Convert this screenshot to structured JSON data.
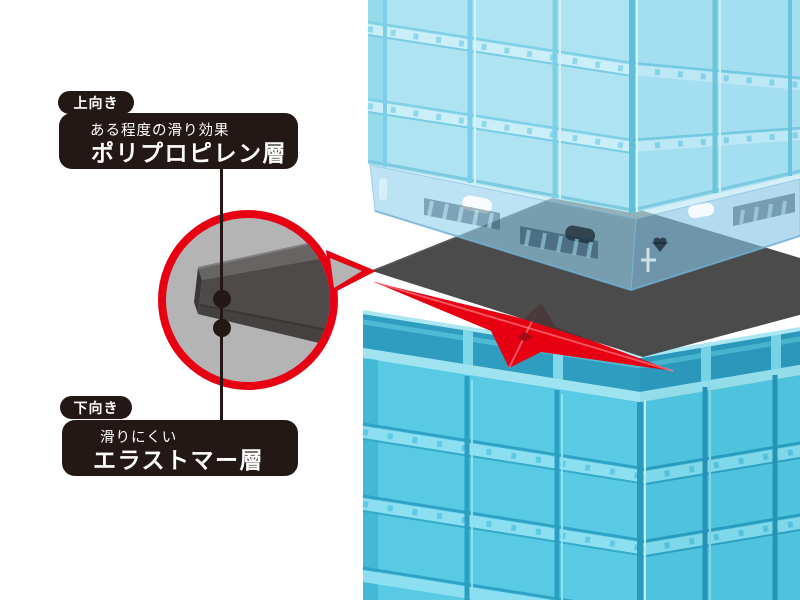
{
  "annotations": {
    "top": {
      "tag": "上向き",
      "desc": "ある程度の滑り効果",
      "layer": "ポリプロピレン層"
    },
    "bottom": {
      "tag": "下向き",
      "desc": "滑りにくい",
      "layer": "エラストマー層"
    }
  },
  "scene": {
    "upper_stack": "積み重ねたコンテナ(パレット上)",
    "pallet": "半透明ブルーパレット",
    "slip_sheet": "黒色スリップシート",
    "lower_stack": "開口コンテナの段積み",
    "magnifier": "シート断面拡大図",
    "insertion_arrow": "シート挿入位置を示す赤矢印"
  },
  "colors": {
    "accent_red": "#e60012",
    "dark_red_overlap": "#6b2a30",
    "label_bg": "#231815",
    "label_text": "#ffffff",
    "sheet_gray": "#3d3d3d",
    "magnifier_fill": "#b4b4b5",
    "cross_section_top": "#676464",
    "cross_section_front": "#4d4a49",
    "crate_blue_upper": "#aee4f2",
    "crate_blue_lower": "#58cae4",
    "pallet_blue": "#94d0ee",
    "background": "#ffffff"
  }
}
